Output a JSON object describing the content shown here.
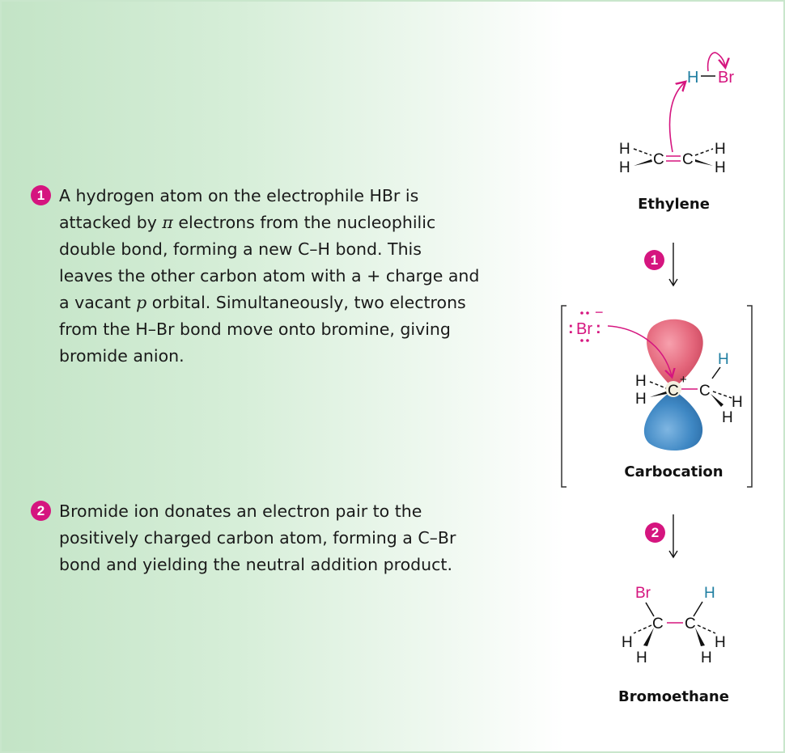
{
  "steps": [
    {
      "number": "1",
      "lines": [
        "A hydrogen atom on the electrophile HBr is",
        "attacked by ",
        "π",
        " electrons from the nucleophilic",
        "double bond, forming a new C–H bond. This",
        "leaves the other carbon atom with a + charge and",
        "a vacant ",
        "p",
        " orbital. Simultaneously, two electrons",
        "from the H–Br bond move onto bromine, giving",
        "bromide anion."
      ]
    },
    {
      "number": "2",
      "lines": [
        "Bromide ion donates an electron pair to the",
        "positively charged carbon atom, forming a C–Br",
        "bond and yielding the neutral addition product."
      ]
    }
  ],
  "diagram": {
    "reactants": {
      "electrophile": "H–Br",
      "h_label": "H",
      "br_label": "Br"
    },
    "ethylene": {
      "label": "Ethylene",
      "atoms": [
        "H",
        "H",
        "C",
        "C",
        "H",
        "H"
      ]
    },
    "arrow1_badge": "1",
    "carbocation": {
      "label": "Carbocation",
      "anion": "Br",
      "anion_charge": "−",
      "cation_charge": "+"
    },
    "arrow2_badge": "2",
    "product": {
      "label": "Bromoethane",
      "br_label": "Br",
      "h_label": "H"
    }
  },
  "colors": {
    "accent_magenta": "#d5157f",
    "hydrogen_blue": "#1f7ea1",
    "lobe_red": "#e86a7e",
    "lobe_blue": "#3d86c2",
    "border_green": "#c9e6cc"
  }
}
